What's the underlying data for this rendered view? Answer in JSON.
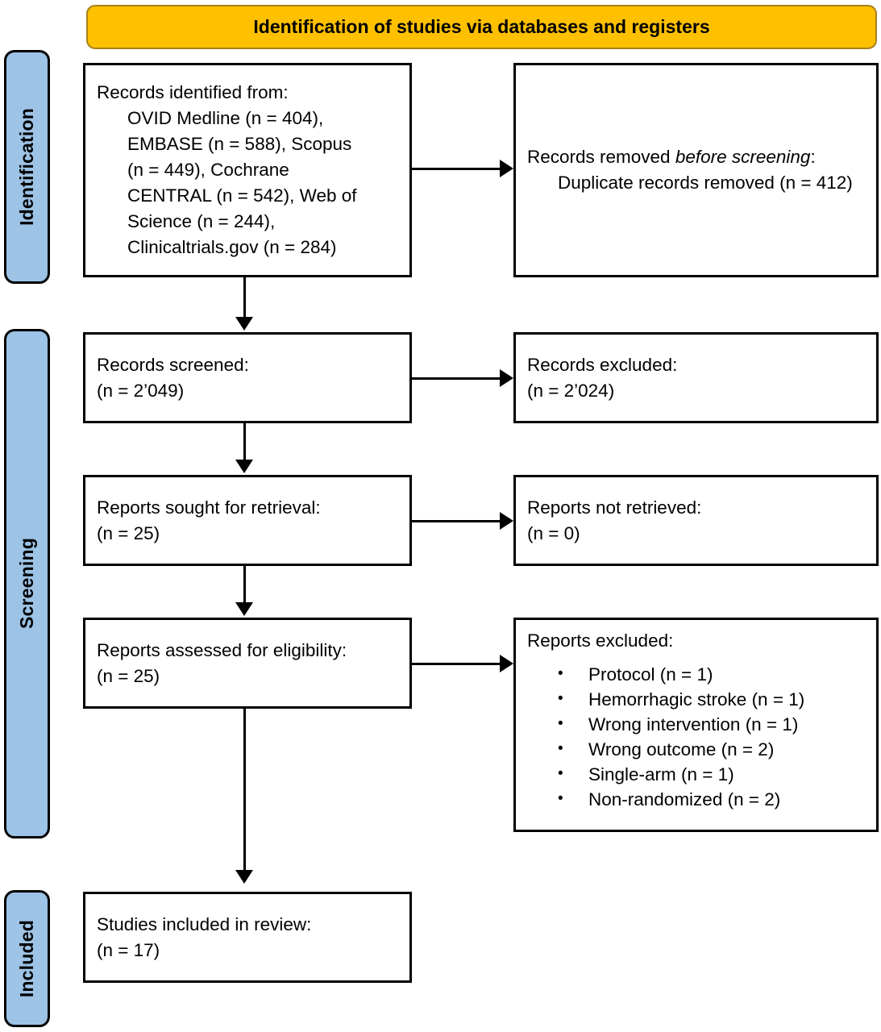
{
  "diagram": {
    "type": "prisma-flow-diagram",
    "banner": {
      "title": "Identification of studies via databases and registers"
    },
    "phases": [
      {
        "key": "identification",
        "label": "Identification"
      },
      {
        "key": "screening",
        "label": "Screening"
      },
      {
        "key": "included",
        "label": "Included"
      }
    ],
    "boxes": {
      "records_identified": {
        "heading": "Records identified from:",
        "sources": [
          "OVID Medline (n = 404),",
          "EMBASE (n = 588), Scopus",
          "(n = 449), Cochrane",
          "CENTRAL (n = 542), Web of",
          "Science (n = 244),",
          "Clinicaltrials.gov (n = 284)"
        ]
      },
      "records_removed": {
        "heading_pre": "Records removed ",
        "heading_em": "before screening",
        "heading_post": ":",
        "detail": "Duplicate records removed (n = 412)"
      },
      "records_screened": {
        "line1": "Records screened:",
        "line2": "(n = 2’049)"
      },
      "records_excluded": {
        "line1": "Records excluded:",
        "line2": "(n = 2’024)"
      },
      "reports_sought": {
        "line1": "Reports sought for retrieval:",
        "line2": "(n = 25)"
      },
      "reports_not_retrieved": {
        "line1": "Reports not retrieved:",
        "line2": "(n = 0)"
      },
      "reports_assessed": {
        "line1": "Reports assessed for eligibility:",
        "line2": "(n = 25)"
      },
      "reports_excluded": {
        "heading": "Reports excluded:",
        "reasons": [
          "Protocol (n = 1)",
          "Hemorrhagic stroke (n = 1)",
          "Wrong intervention (n = 1)",
          "Wrong outcome (n = 2)",
          "Single-arm (n = 1)",
          "Non-randomized (n = 2)"
        ]
      },
      "studies_included": {
        "line1": "Studies included in review:",
        "line2": "(n = 17)"
      }
    },
    "colors": {
      "banner_fill": "#FFC000",
      "phase_fill": "#9DC3E6",
      "stroke": "#000000",
      "box_fill": "#FFFFFF"
    }
  }
}
